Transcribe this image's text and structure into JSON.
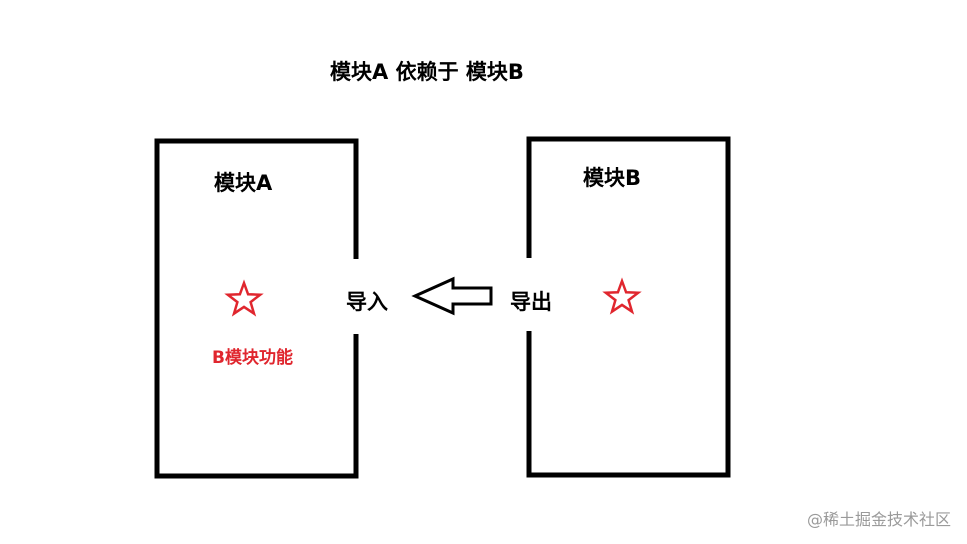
{
  "title": "模块A 依赖于 模块B",
  "module_a": {
    "label": "模块A",
    "feature_label": "B模块功能",
    "star_icon": "star-outline-icon"
  },
  "module_b": {
    "label": "模块B",
    "star_icon": "star-outline-icon"
  },
  "import_label": "导入",
  "export_label": "导出",
  "arrow_icon": "left-arrow-outline-icon",
  "watermark": "@稀土掘金技术社区",
  "colors": {
    "border": "#000000",
    "star": "#e0262e",
    "feature_text": "#e0262e",
    "watermark": "#9a9a9a"
  }
}
